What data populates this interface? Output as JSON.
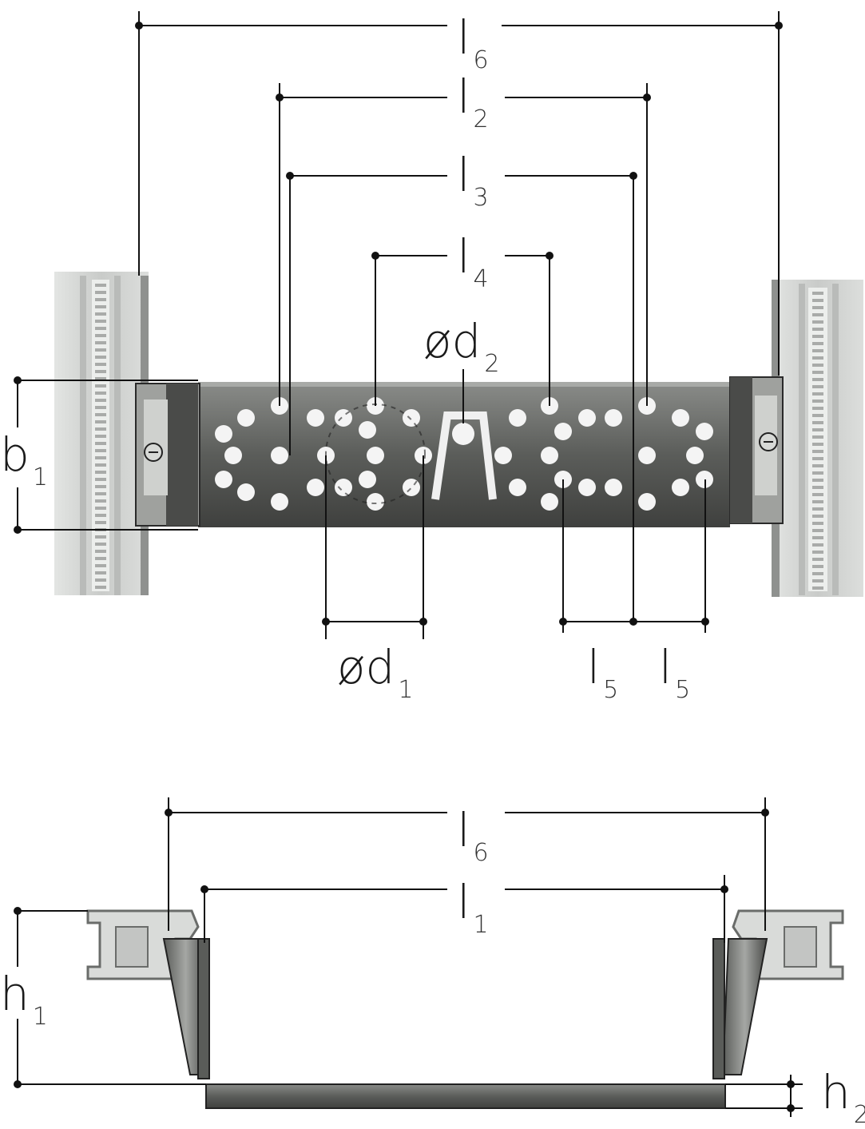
{
  "labels": {
    "l6_top": {
      "main": "l",
      "sub": "6"
    },
    "l2": {
      "main": "l",
      "sub": "2"
    },
    "l3": {
      "main": "l",
      "sub": "3"
    },
    "l4": {
      "main": "l",
      "sub": "4"
    },
    "d2": {
      "main": "ød",
      "sub": "2"
    },
    "b1": {
      "main": "b",
      "sub": "1"
    },
    "d1": {
      "main": "ød",
      "sub": "1"
    },
    "l5_left": {
      "main": "l",
      "sub": "5"
    },
    "l5_right": {
      "main": "l",
      "sub": "5"
    },
    "l6_bottom": {
      "main": "l",
      "sub": "6"
    },
    "l1": {
      "main": "l",
      "sub": "1"
    },
    "h1": {
      "main": "h",
      "sub": "1"
    },
    "h2": {
      "main": "h",
      "sub": "2"
    }
  },
  "colors": {
    "line": "#111111",
    "rail": "#d2d4d2",
    "rail_dark": "#9a9c9a",
    "plate": "#6d6f6c",
    "plate_dark": "#3c3d3b",
    "hole": "#f4f4f4",
    "bracket": "#8c8e8b"
  }
}
